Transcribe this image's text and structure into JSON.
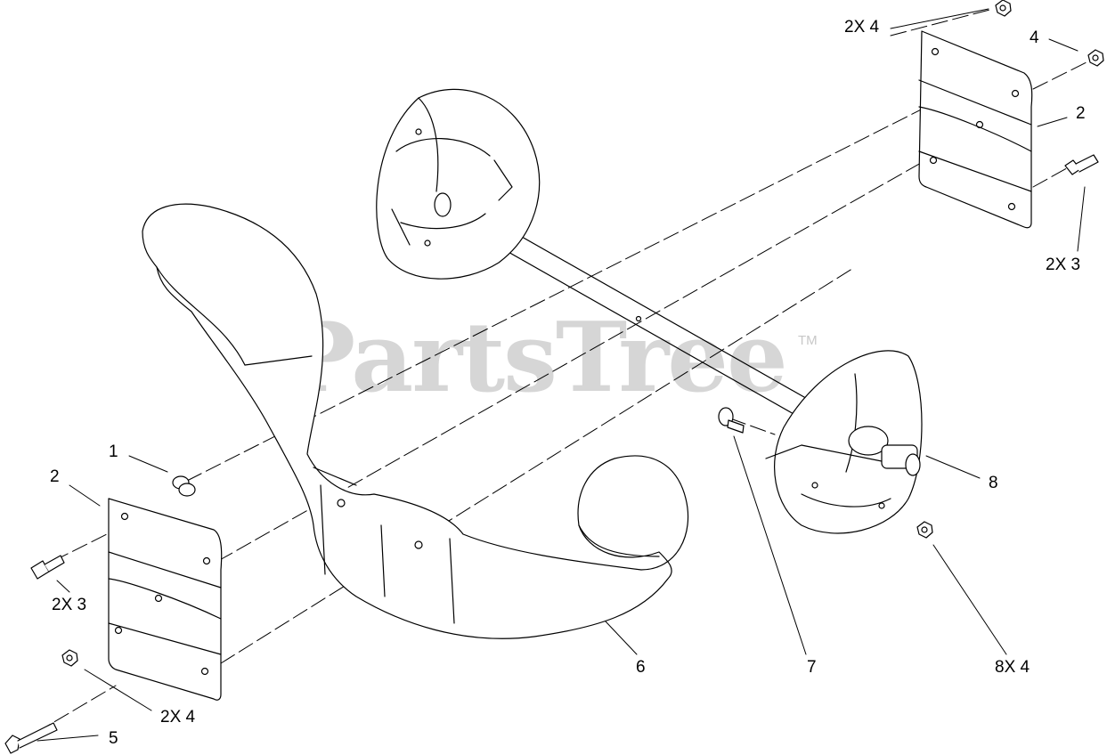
{
  "watermark": {
    "text": "PartsTree",
    "tm": "TM"
  },
  "callouts": {
    "c1": "1",
    "c2_left": "2",
    "c2_right": "2",
    "c2x3_left": "2X 3",
    "c2x3_right": "2X 3",
    "c2x4_left": "2X 4",
    "c2x4_top": "2X 4",
    "c4": "4",
    "c5": "5",
    "c6": "6",
    "c7": "7",
    "c8": "8",
    "c8x4": "8X 4"
  }
}
